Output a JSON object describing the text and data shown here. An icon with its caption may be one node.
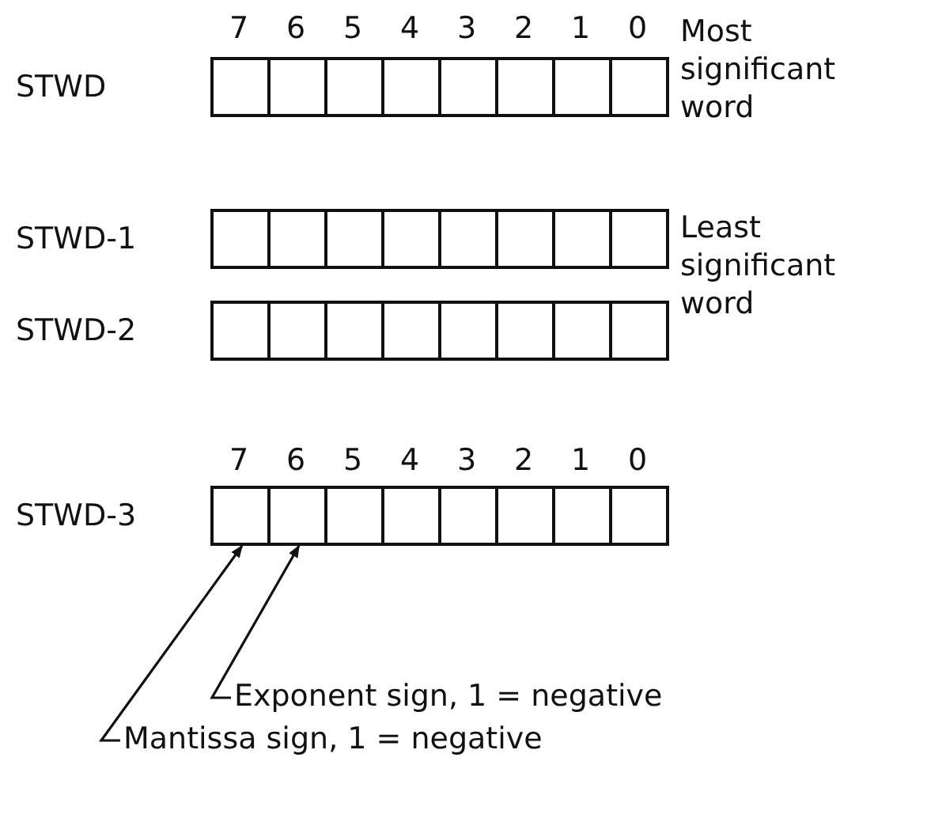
{
  "diagram": {
    "nodes": [
      {
        "text": [],
        "shape": "box"
      },
      {
        "text": [],
        "shape": "box"
      },
      {
        "text": [
          "Exponent sign, 1 = negative"
        ]
      },
      {
        "text": [
          "Mantissa sign, 1 = negative"
        ]
      }
    ],
    "edges": [
      {
        "from": 3,
        "to": 0,
        "arrow": "to"
      },
      {
        "from": 2,
        "to": 1,
        "arrow": "to"
      }
    ],
    "labels": [
      "7",
      "6",
      "5",
      "4",
      "3",
      "2",
      "1",
      "0",
      "Most significant word",
      "STWD",
      "STWD-1",
      "Least significant word",
      "STWD-2",
      "7",
      "6",
      "5",
      "4",
      "3",
      "2",
      "1",
      "0",
      "STWD-3"
    ]
  }
}
